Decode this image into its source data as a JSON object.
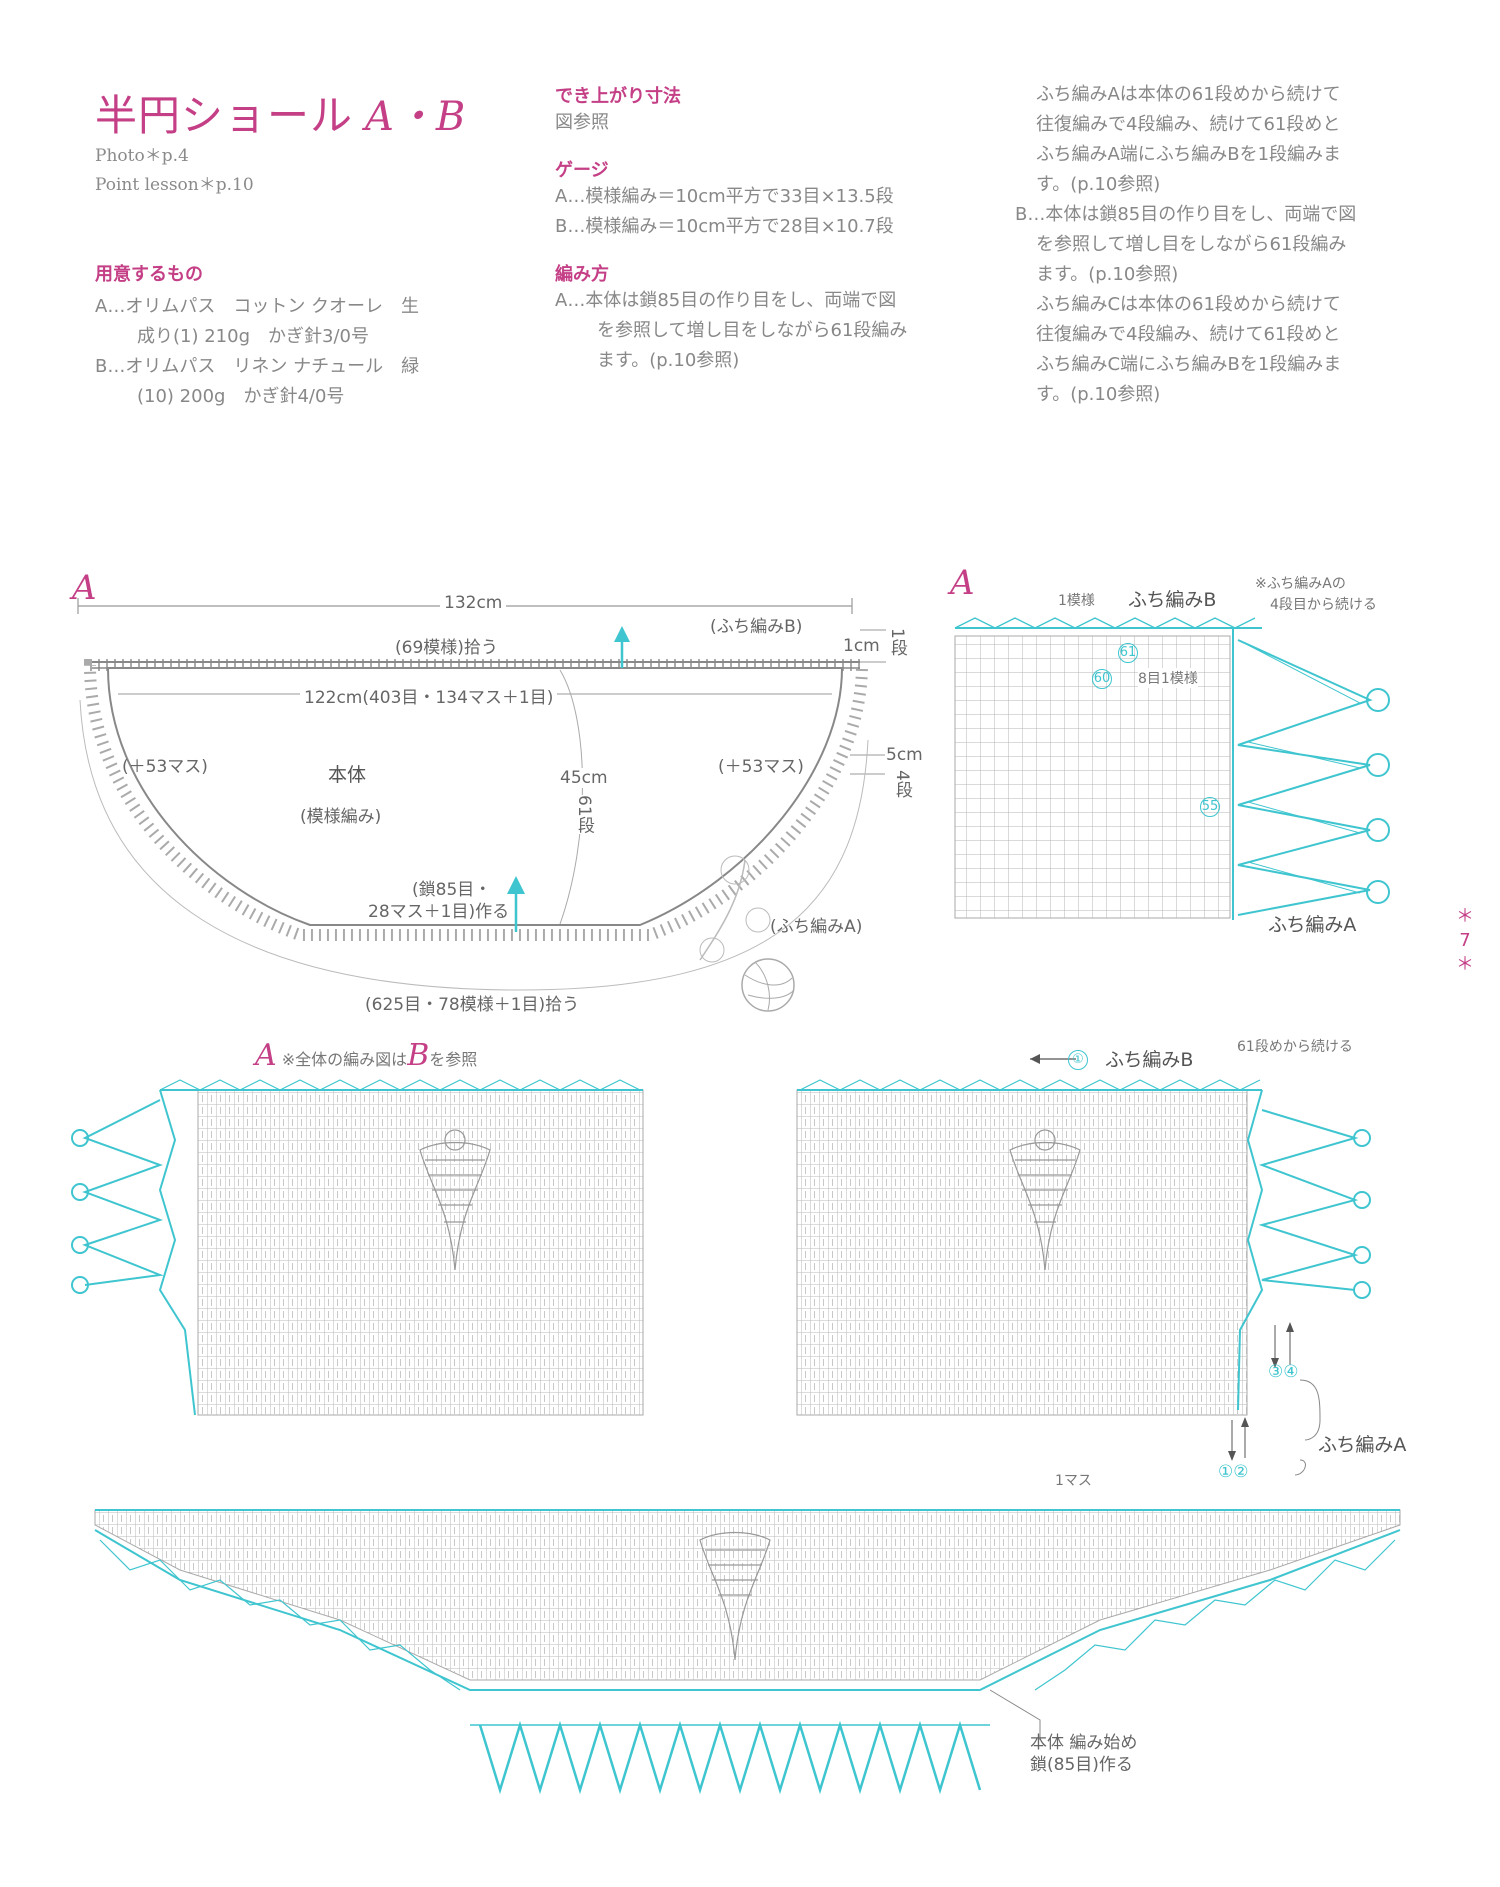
{
  "header": {
    "title": "半円ショール",
    "title_variant": "A・B",
    "photo_ref": "Photo＊p.4",
    "lesson_ref": "Point lesson＊p.10"
  },
  "materials": {
    "heading": "用意するもの",
    "a_line1": "A…オリムパス　コットン クオーレ　生",
    "a_line2": "成り(1) 210g　かぎ針3/0号",
    "b_line1": "B…オリムパス　リネン ナチュール　緑",
    "b_line2": "(10) 200g　かぎ針4/0号"
  },
  "finished_size": {
    "heading": "でき上がり寸法",
    "text": "図参照"
  },
  "gauge": {
    "heading": "ゲージ",
    "a": "A…模様編み＝10cm平方で33目×13.5段",
    "b": "B…模様編み＝10cm平方で28目×10.7段"
  },
  "method": {
    "heading": "編み方",
    "a_line1": "A…本体は鎖85目の作り目をし、両端で図",
    "a_line2": "を参照して増し目をしながら61段編み",
    "a_line3": "ます。(p.10参照)"
  },
  "right_col": {
    "l1": "ふち編みAは本体の61段めから続けて",
    "l2": "往復編みで4段編み、続けて61段めと",
    "l3": "ふち編みA端にふち編みBを1段編みま",
    "l4": "す。(p.10参照)",
    "l5": "B…本体は鎖85目の作り目をし、両端で図",
    "l6": "を参照して増し目をしながら61段編み",
    "l7": "ます。(p.10参照)",
    "l8": "ふち編みCは本体の61段めから続けて",
    "l9": "往復編みで4段編み、続けて61段めと",
    "l10": "ふち編みC端にふち編みBを1段編みま",
    "l11": "す。(p.10参照)"
  },
  "diagram1": {
    "label": "A",
    "width_total": "132cm",
    "pickup_top": "(69模様)拾う",
    "edge_b": "(ふち編みB)",
    "row_1": "1cm",
    "row_1_dan": "1段",
    "inner_width": "122cm(403目・134マス＋1目)",
    "left_inc": "(＋53マス)",
    "right_inc": "(＋53マス)",
    "body": "本体",
    "body_pattern": "(模様編み)",
    "height": "45cm",
    "height_rows": "61段",
    "edge_h": "5cm",
    "edge_rows": "4段",
    "start_chain": "(鎖85目・",
    "start_chain2": "28マス＋1目)作る",
    "edge_a": "(ふち編みA)",
    "pickup_bottom": "(625目・78模様＋1目)拾う"
  },
  "diagram2": {
    "label": "A",
    "one_pattern": "1模様",
    "edge_b": "ふち編みB",
    "note1": "※ふち編みAの",
    "note2": "4段目から続ける",
    "r61": "61",
    "r60": "60",
    "r55": "55",
    "eight": "8目1模様",
    "edge_a": "ふち編みA"
  },
  "diagram3": {
    "label": "A",
    "note_prefix": "※全体の編み図は",
    "note_ref": "B",
    "note_suffix": "を参照",
    "row1_marker": "①",
    "edge_b": "ふち編みB",
    "from61": "61段めから続ける",
    "steps34": "③④",
    "steps12": "①②",
    "edge_a": "ふち編みA",
    "one_masu": "1マス",
    "start1": "本体 編み始め",
    "start2": "鎖(85目)作る"
  },
  "page_number": "7",
  "colors": {
    "accent": "#c43f86",
    "teal": "#3fc5cf",
    "chart_gray": "#9a9a9a"
  }
}
